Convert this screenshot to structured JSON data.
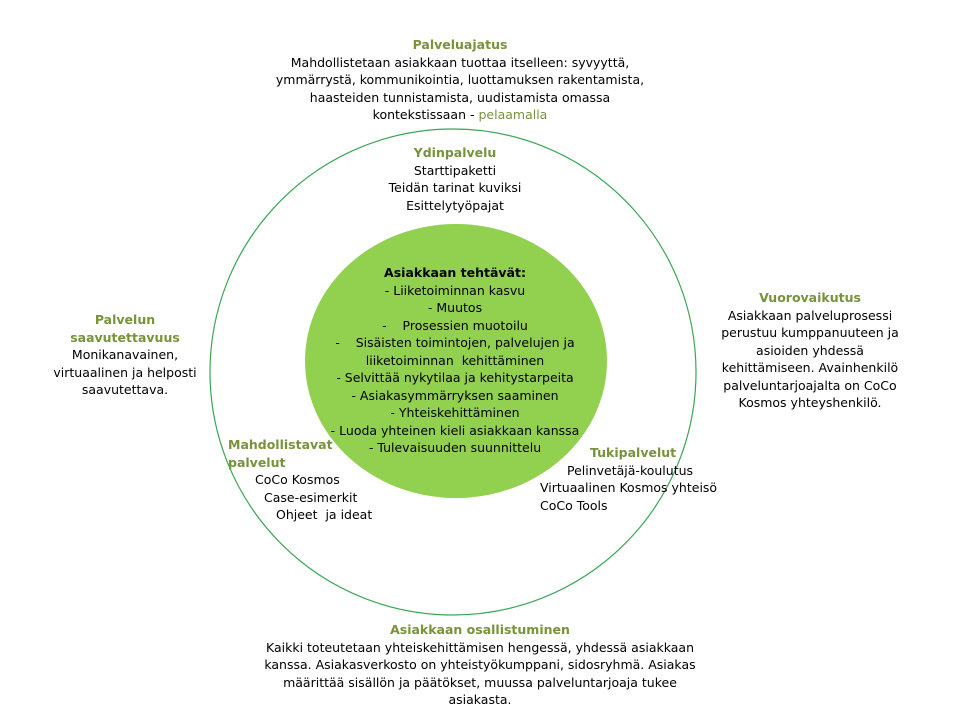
{
  "colors": {
    "accent": "#77933c",
    "inner_circle_fill": "#92d050",
    "outer_ring_stroke": "#3aa655",
    "text": "#000000"
  },
  "palveluajatus": {
    "heading": "Palveluajatus",
    "lines": [
      "Mahdollistetaan asiakkaan tuottaa itselleen:  syvyyttä,",
      "ymmärrystä, kommunikointia, luottamuksen rakentamista,",
      "haasteiden tunnistamista, uudistamista omassa"
    ],
    "last_line": "kontekstissaan - ",
    "last_line_accent": "pelaamalla"
  },
  "ydinpalvelu": {
    "heading": "Ydinpalvelu",
    "lines": [
      "Starttipaketti",
      "Teidän tarinat kuviksi",
      "Esittelytyöpajat"
    ]
  },
  "asiakkaan_tehtavat": {
    "heading": "Asiakkaan  tehtävät:",
    "lines": [
      "- Liiketoiminnan kasvu",
      "- Muutos",
      "-    Prosessien muotoilu",
      "-    Sisäisten toimintojen, palvelujen ja",
      "liiketoiminnan  kehittäminen",
      "- Selvittää nykytilaa ja kehitystarpeita",
      "- Asiakasymmärryksen saaminen",
      "- Yhteiskehittäminen",
      "- Luoda yhteinen kieli asiakkaan kanssa",
      "- Tulevaisuuden suunnittelu"
    ]
  },
  "saavutettavuus": {
    "heading_lines": [
      "Palvelun",
      "saavutettavuus"
    ],
    "lines": [
      "Monikanavainen,",
      "virtuaalinen ja helposti",
      "saavutettava."
    ]
  },
  "vuorovaikutus": {
    "heading": "Vuorovaikutus",
    "lines": [
      "Asiakkaan palveluprosessi",
      "perustuu kumppanuuteen ja",
      "asioiden yhdessä",
      "kehittämiseen. Avainhenkilö",
      "palveluntarjoajalta on CoCo",
      "Kosmos yhteyshenkilö."
    ]
  },
  "mahdollistavat": {
    "heading_lines": [
      "Mahdollistavat",
      "palvelut"
    ],
    "lines": [
      "CoCo Kosmos",
      "Case-esimerkit",
      "Ohjeet  ja ideat"
    ]
  },
  "tukipalvelut": {
    "heading": "Tukipalvelut",
    "lines": [
      "Pelinvetäjä-koulutus",
      "Virtuaalinen Kosmos yhteisö",
      "CoCo Tools"
    ]
  },
  "osallistuminen": {
    "heading": "Asiakkaan osallistuminen",
    "lines": [
      "Kaikki toteutetaan yhteiskehittämisen hengessä, yhdessä asiakkaan",
      "kanssa. Asiakasverkosto on yhteistyökumppani, sidosryhmä. Asiakas",
      "määrittää sisällön ja päätökset, muussa palveluntarjoaja tukee",
      "asiakasta."
    ]
  }
}
